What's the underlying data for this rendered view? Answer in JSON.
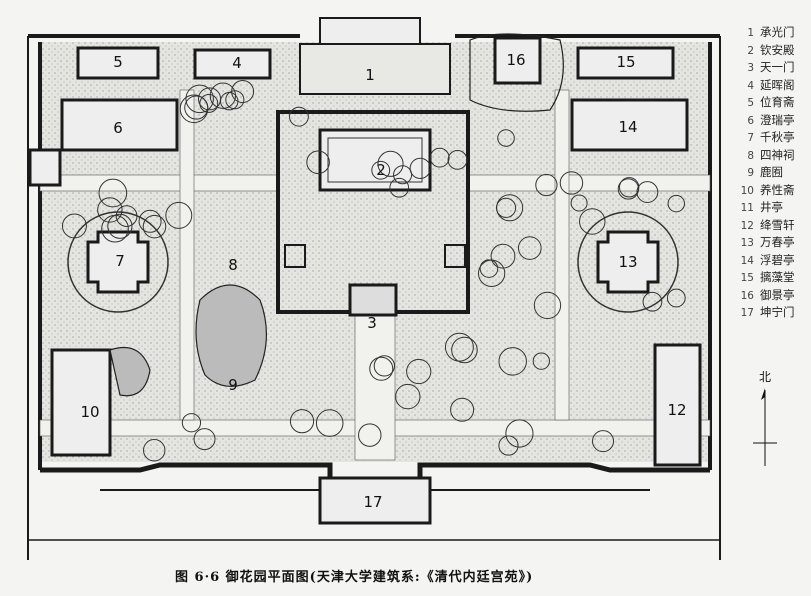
{
  "diagram": {
    "labels": [
      "1",
      "2",
      "3",
      "4",
      "5",
      "6",
      "7",
      "8",
      "9",
      "10",
      "12",
      "13",
      "14",
      "15",
      "16",
      "17"
    ]
  },
  "legend": [
    {
      "num": "1",
      "name": "承光门"
    },
    {
      "num": "2",
      "name": "钦安殿"
    },
    {
      "num": "3",
      "name": "天一门"
    },
    {
      "num": "4",
      "name": "延晖阁"
    },
    {
      "num": "5",
      "name": "位育斋"
    },
    {
      "num": "6",
      "name": "澄瑞亭"
    },
    {
      "num": "7",
      "name": "千秋亭"
    },
    {
      "num": "8",
      "name": "四神祠"
    },
    {
      "num": "9",
      "name": "鹿囿"
    },
    {
      "num": "10",
      "name": "养性斋"
    },
    {
      "num": "11",
      "name": "井亭"
    },
    {
      "num": "12",
      "name": "绛雪轩"
    },
    {
      "num": "13",
      "name": "万春亭"
    },
    {
      "num": "14",
      "name": "浮碧亭"
    },
    {
      "num": "15",
      "name": "摛藻堂"
    },
    {
      "num": "16",
      "name": "御景亭"
    },
    {
      "num": "17",
      "name": "坤宁门"
    }
  ],
  "north_arrow": {
    "label": "北"
  },
  "caption": "图 6·6 御花园平面图(天津大学建筑系:《清代内廷宫苑》)",
  "colors": {
    "ink": "#1a1a1a",
    "paper": "#f4f4f2",
    "paving": "#dcdcd8"
  }
}
